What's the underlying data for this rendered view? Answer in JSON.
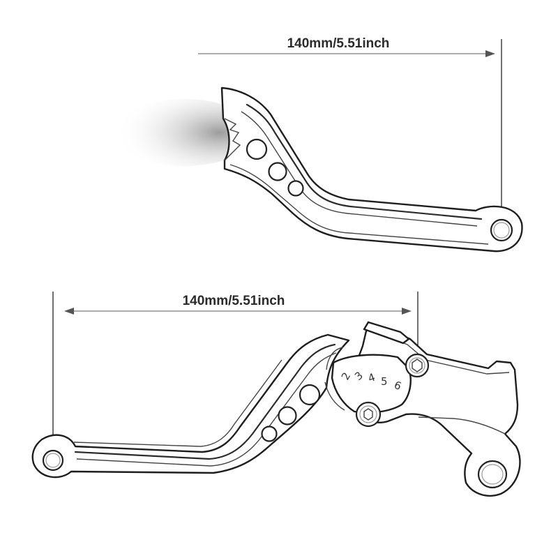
{
  "diagram": {
    "top_lever": {
      "dimension_label": "140mm/5.51inch"
    },
    "bottom_lever": {
      "dimension_label": "140mm/5.51inch",
      "adjuster_dial_numbers": [
        "2",
        "3",
        "4",
        "5",
        "6"
      ]
    },
    "colors": {
      "outline": "#1e1e1e",
      "dimension_line": "#7a7a7a",
      "background": "#ffffff"
    }
  }
}
